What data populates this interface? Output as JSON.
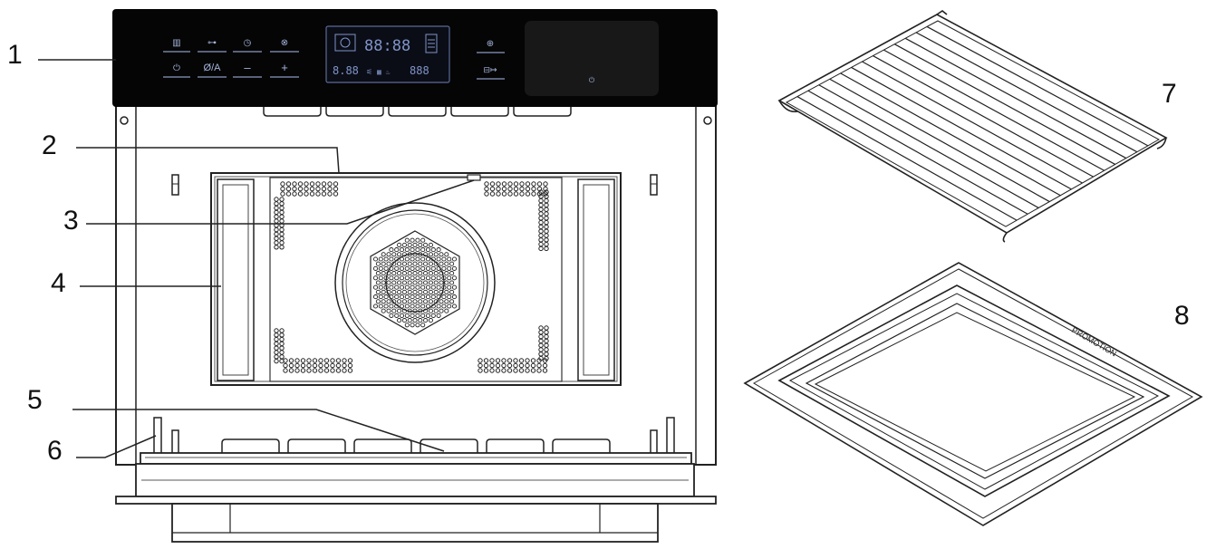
{
  "diagram": {
    "callouts": [
      {
        "label": "1"
      },
      {
        "label": "2"
      },
      {
        "label": "3"
      },
      {
        "label": "4"
      },
      {
        "label": "5"
      },
      {
        "label": "6"
      },
      {
        "label": "7"
      },
      {
        "label": "8"
      }
    ]
  },
  "control_panel": {
    "display_time": "88:88",
    "display_left": "8.88",
    "display_right": "888",
    "keys": [
      {
        "label": "",
        "icon": "menu-icon"
      },
      {
        "label": "",
        "icon": "child-lock-icon"
      },
      {
        "label": "",
        "icon": "clock-icon"
      },
      {
        "label": "",
        "icon": "stop-icon"
      },
      {
        "label": "",
        "icon": "power-icon"
      },
      {
        "label": "Ø/A",
        "icon": ""
      },
      {
        "label": "–",
        "icon": "minus-icon"
      },
      {
        "label": "+",
        "icon": "plus-icon"
      },
      {
        "label": "",
        "icon": "start-icon"
      },
      {
        "label": "",
        "icon": "door-open-icon"
      }
    ],
    "window_symbol": "⏻"
  },
  "baking_tray_brand": "PROMOTION"
}
